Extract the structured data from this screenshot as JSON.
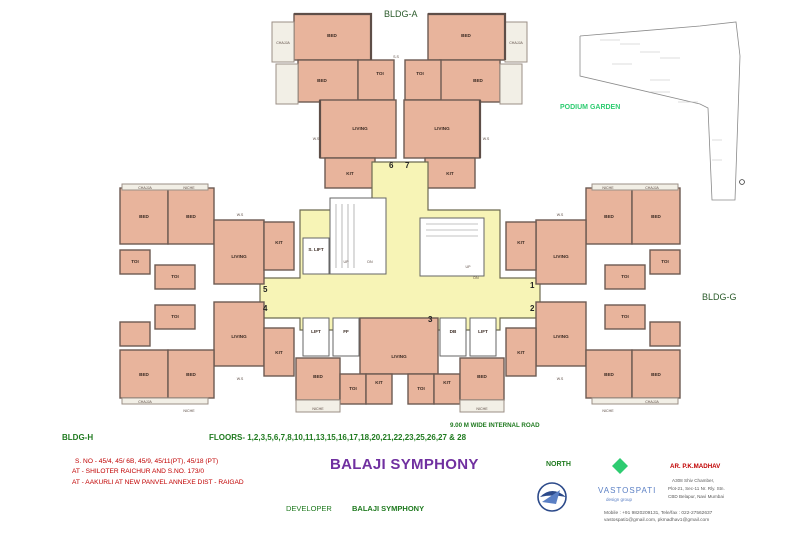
{
  "buildings": {
    "a": "BLDG-A",
    "g": "BLDG-G",
    "h": "BLDG-H"
  },
  "core_numbers": [
    "1",
    "2",
    "3",
    "4",
    "5",
    "6",
    "7"
  ],
  "garden": "PODIUM GARDEN",
  "road": "9.00 M WIDE INTERNAL ROAD",
  "floors": "FLOORS- 1,2,3,5,6,7,8,10,11,13,15,16,17,18,20,21,22,23,25,26,27 & 28",
  "survey_lines": [
    "S. NO - 45/4, 45/ 6B, 45/9, 45/11(PT), 45/18 (PT)",
    "AT   - SHILOTER RAICHUR AND S.NO. 173/0",
    "AT   - AAKURLI AT NEW PANVEL ANNEXE DIST - RAIGAD"
  ],
  "project_title": "BALAJI SYMPHONY",
  "developer_label": "DEVELOPER",
  "developer_name": "BALAJI SYMPHONY",
  "north": "NORTH",
  "architect": "AR. P.K.MADHAV",
  "firm": {
    "name": "VASTOSPATI",
    "sub": "design group",
    "address": [
      "A308 Shiv Chamber,",
      "Plot-21, Sec-11 Nr. Rly. Stn.",
      "CBD Belapur, Navi Mumbai"
    ],
    "mobile": "Mobile : +91 9820209131, Tele/fax : 022-27562637",
    "email": "vastospati1@gmail.com, pkmadhav1@gmail.com"
  },
  "room_labels": {
    "bed": "BED",
    "living": "LIVING",
    "kit": "KIT",
    "toi": "TOI",
    "chajja": "CHAJJA",
    "lift": "LIFT",
    "s_lift": "S. LIFT",
    "niche": "NICHE",
    "ws": "W.S",
    "ss": "S.S",
    "ff": "FF",
    "db": "DB",
    "up": "UP",
    "dn": "DN"
  },
  "colors": {
    "room": "#e8b49c",
    "core": "#f7f4b6",
    "title": "#7030a0",
    "text_green": "#1f7a1f",
    "text_red": "#c00000",
    "accent_green": "#2ecc71"
  }
}
